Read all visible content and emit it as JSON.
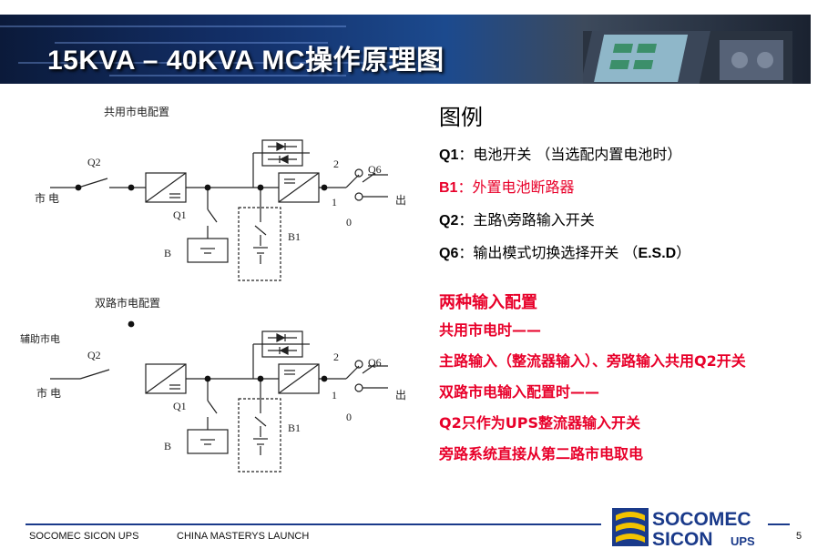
{
  "header": {
    "title": "15KVA – 40KVA MC操作原理图"
  },
  "diagram1": {
    "title": "共用市电配置",
    "labels": {
      "q2": "Q2",
      "q1": "Q1",
      "b": "B",
      "b1": "B1",
      "q6": "Q6",
      "pos2": "2",
      "pos1": "1",
      "pos0": "0",
      "mains": "市  电",
      "out": "出"
    }
  },
  "diagram2": {
    "title": "双路市电配置",
    "aux": "辅助市电",
    "labels": {
      "q2": "Q2",
      "q1": "Q1",
      "b": "B",
      "b1": "B1",
      "q6": "Q6",
      "pos2": "2",
      "pos1": "1",
      "pos0": "0",
      "mains": "市  电",
      "out": "出"
    }
  },
  "legend": {
    "heading": "图例",
    "items": [
      {
        "code": "Q1",
        "text": "：电池开关  （当选配内置电池时）",
        "color": "#000000"
      },
      {
        "code": "B1",
        "text": "：外置电池断路器",
        "color": "#e8002a"
      },
      {
        "code": "Q2",
        "text": "：主路\\旁路输入开关",
        "color": "#000000"
      },
      {
        "code": "Q6",
        "text": "：输出模式切换选择开关  （",
        "suffix": "E.S.D",
        "tail": "）",
        "color": "#000000"
      }
    ]
  },
  "config": {
    "heading": "两种输入配置",
    "line1": "共用市电时——",
    "line2": "主路输入（整流器输入）、旁路输入共用Q2开关",
    "line3": "双路市电输入配置时——",
    "line4": "Q2只作为UPS整流器输入开关",
    "line5": "旁路系统直接从第二路市电取电"
  },
  "footer": {
    "left": "SOCOMEC SICON UPS",
    "center": "CHINA  MASTERYS  LAUNCH",
    "page": "5"
  },
  "logo": {
    "line1": "SOCOMEC",
    "line2": "SICON",
    "ups": "UPS"
  },
  "colors": {
    "accent": "#e8002a",
    "brand": "#1a3a8a",
    "logo_yellow": "#f2c200"
  }
}
